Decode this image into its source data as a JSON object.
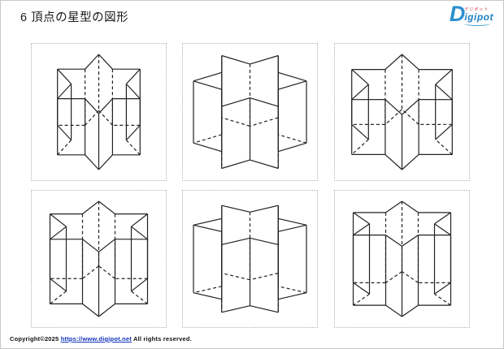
{
  "title": "6 頂点の星型の図形",
  "logo": {
    "d_letter": "D",
    "kana": "デジポット",
    "name_rest": "igipot",
    "brand_color": "#2a8fd0",
    "kana_color": "#cc3333"
  },
  "footer": {
    "prefix": "Copyright©2025 ",
    "link_text": "https://www.digipot.net",
    "suffix": " All rights reserved."
  },
  "figure": {
    "type": "hexagram-prism-wireframe-views",
    "points": 6,
    "inner_ratio": 0.577,
    "stroke_color": "#222222",
    "stroke_width": 1.2,
    "dash_pattern": "4 3",
    "panels": [
      {
        "name": "front-oblique-view",
        "tip_angle_deg": 90,
        "depth_scale": 0.62,
        "height": 1.18
      },
      {
        "name": "axonometric-view-tip-right",
        "tip_angle_deg": 0,
        "depth_scale": 0.52,
        "height": 1.1
      },
      {
        "name": "axonometric-view-tip-up",
        "tip_angle_deg": 90,
        "depth_scale": 0.52,
        "height": 0.95
      },
      {
        "name": "front-oblique-view-tall",
        "tip_angle_deg": 90,
        "depth_scale": 0.45,
        "height": 1.15
      },
      {
        "name": "axonometric-flat-tip-right",
        "tip_angle_deg": 0,
        "depth_scale": 0.4,
        "height": 1.2
      },
      {
        "name": "axonometric-flat-tip-up",
        "tip_angle_deg": 90,
        "depth_scale": 0.4,
        "height": 1.25
      }
    ]
  }
}
